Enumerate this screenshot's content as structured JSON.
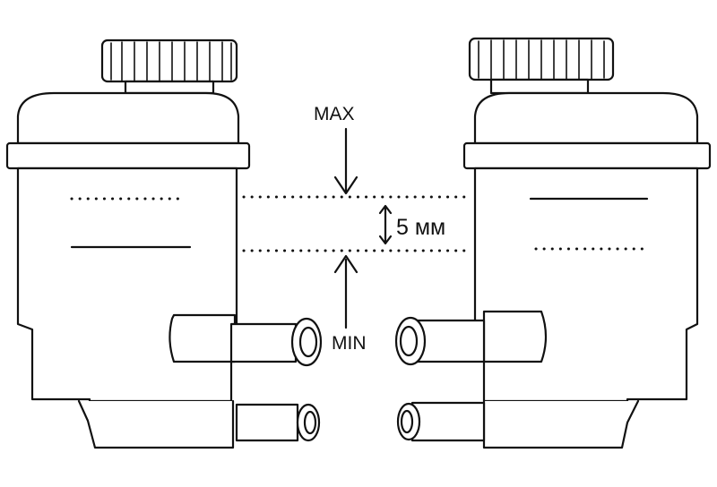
{
  "labels": {
    "max": "MAX",
    "min": "MIN",
    "distance": "5 мм"
  },
  "colors": {
    "ink": "#111111",
    "background": "#ffffff"
  }
}
